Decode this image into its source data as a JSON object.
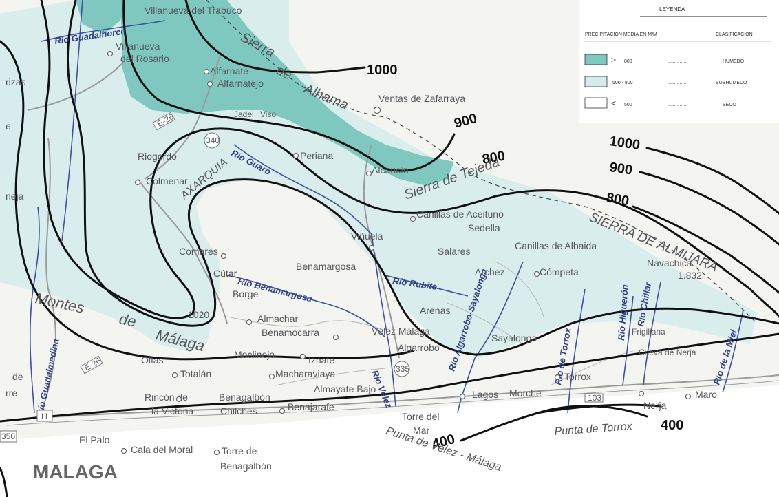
{
  "legend": {
    "title": "LEYENDA",
    "col_left": "PRECIPITACION MEDIA EN M/M",
    "col_right": "CLASIFICACION",
    "rows": [
      {
        "symbol": ">",
        "value": "800",
        "dots": "...............",
        "class": "HUMEDO",
        "color": "#7fc8bf"
      },
      {
        "symbol": "",
        "value": "500 - 800",
        "dots": "...............",
        "class": "SUBHUMEDO",
        "color": "#d6ecec"
      },
      {
        "symbol": "<",
        "value": "500",
        "dots": "...............",
        "class": "SECO",
        "color": "#ffffff"
      }
    ]
  },
  "isohyets": {
    "l1000_top": "1000",
    "l900_mid": "900",
    "l800_mid": "800",
    "r1000": "1000",
    "r900": "900",
    "r800": "800",
    "s400a": "400",
    "s400b": "400"
  },
  "ranges": {
    "sierra_alhama_1": "Sierra",
    "sierra_alhama_2": "de",
    "sierra_alhama_3": "Alhama",
    "sierra_tejeda": "Sierra de Tejeda",
    "sierra_almijara": "SIERRA DE ALMIJARA",
    "montes_1": "Montes",
    "montes_2": "de",
    "montes_3": "Málaga",
    "axarquia": "AXARQUIA",
    "navachica": "Navachica",
    "navachica_alt": "1.832",
    "peak_1020": "1020"
  },
  "rivers": {
    "guadalmedina": "Río Guadalmedina",
    "guaro": "Río Guaro",
    "benamargosa": "Río Benamargosa",
    "rubite": "Río Rubite",
    "algarrobo": "Río Algarrobo-Sayalonga",
    "velez": "Río Vélez",
    "torrox": "Río de Torrox",
    "higueron": "Río Higuerón",
    "chillar": "Río Chillar",
    "miel": "Río de la Miel",
    "guadalhorce": "Río Guadalhorce"
  },
  "towns": {
    "villanueva_1": "Villanueva",
    "villanueva_2": "del Rosario",
    "alfarnate": "Alfarnate",
    "alfarnatejo": "Alfarnatejo",
    "ventas": "Ventas de Zafarraya",
    "riogordo": "Riogordo",
    "colmenar": "Colmenar",
    "periana": "Periana",
    "alcaucin": "Alcaucín",
    "canillas_aceituno": "Canillas de Aceituno",
    "sedella": "Sedella",
    "salares": "Salares",
    "vinuela": "Viñuela",
    "canillas_albaida": "Canillas de Albaida",
    "competa": "Cómpeta",
    "archez": "Archez",
    "comares": "Comares",
    "cutar": "Cútar",
    "borge": "Borge",
    "benamargosa": "Benamargosa",
    "almachar": "Almachar",
    "benamocarra": "Benamocarra",
    "arenas": "Arenas",
    "moclinejo": "Moclinejo",
    "iznate": "Iznate",
    "velez_malaga": "Vélez Málaga",
    "algarrobo": "Algarrobo",
    "sayalonga": "Sayalonga",
    "frigiliana": "Frigiliana",
    "cueva_nerja": "Cueva de Nerja",
    "olias": "Olías",
    "totalan": "Totalán",
    "macharaviaya": "Macharaviaya",
    "almayate": "Almayate Bajo",
    "rincon_1": "Rincón de",
    "rincon_2": "la Victoria",
    "benagalbon": "Benagalbón",
    "chilches": "Chilches",
    "benajarafe": "Benajarafe",
    "torre_mar_1": "Torre del",
    "torre_mar_2": "Mar",
    "lagos": "Lagos",
    "torrox": "Torrox",
    "morche": "Morche",
    "maro": "Maro",
    "nerja": "Nerja",
    "punta_torrox": "Punta de Torrox",
    "punta_velez": "Punta de Vélez - Málaga",
    "el_palo": "El Palo",
    "cala_moral": "Cala del Moral",
    "torre_benagalbon_1": "Torre de",
    "torre_benagalbon_2": "Benagalbón",
    "malaga": "MALAGA",
    "trabuco": "Villanueva del Trabuco",
    "izq_rizas": "rizas",
    "izq_neja": "neja",
    "izq_de": "de",
    "izq_rre": "rre",
    "izq_e": "e",
    "jadel": "Jadel",
    "viso": "Viso",
    "road_340": "340",
    "road_e26": "E-26",
    "road_e26b": "E-26",
    "road_335": "335",
    "road_11": "11",
    "road_350": "350",
    "road_103": "103"
  }
}
